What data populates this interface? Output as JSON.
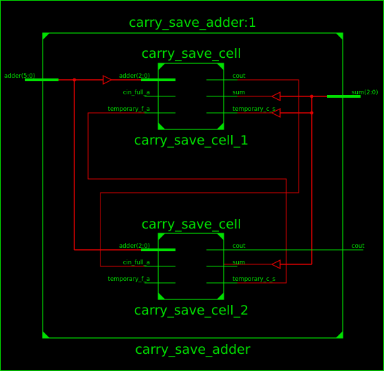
{
  "colors": {
    "background": "#000000",
    "component": "#00e000",
    "net": "#e00000"
  },
  "schematic": {
    "top_title": "carry_save_adder:1",
    "bottom_title": "carry_save_adder",
    "ports": {
      "adder": "adder(5:0)",
      "sum": "sum(2:0)",
      "cout": "cout"
    },
    "cells": [
      {
        "type": "carry_save_cell",
        "instance": "carry_save_cell_1",
        "inputs": [
          "adder(2:0)",
          "cin_full_a",
          "temporary_f_a"
        ],
        "outputs": [
          "cout",
          "sum",
          "temporary_c_s"
        ]
      },
      {
        "type": "carry_save_cell",
        "instance": "carry_save_cell_2",
        "inputs": [
          "adder(2:0)",
          "cin_full_a",
          "temporary_f_a"
        ],
        "outputs": [
          "cout",
          "sum",
          "temporary_c_s"
        ]
      }
    ]
  }
}
